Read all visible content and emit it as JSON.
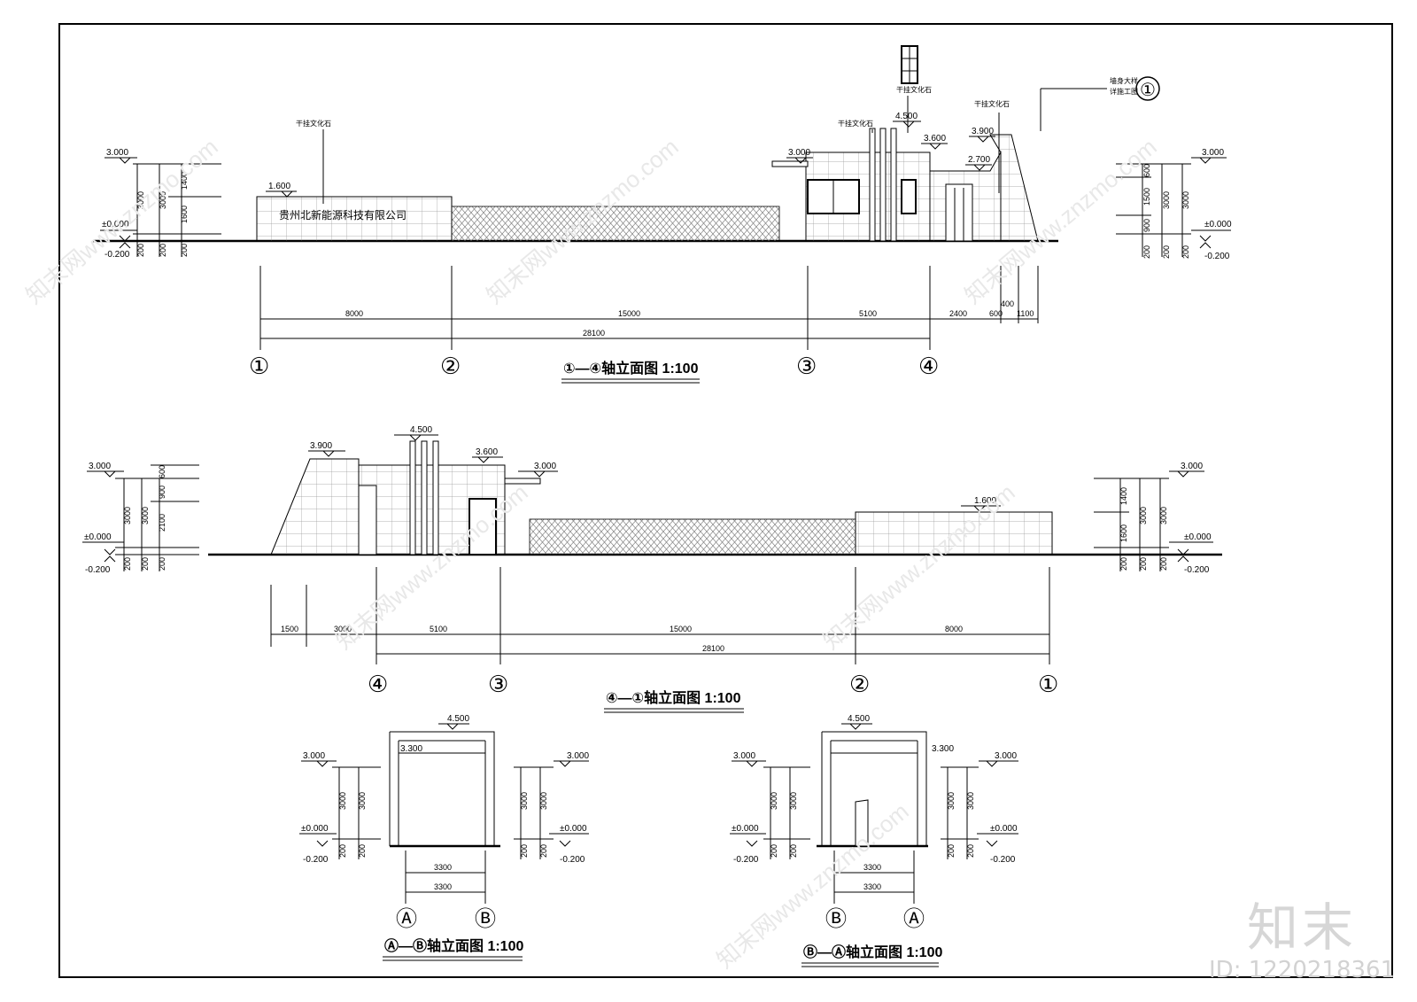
{
  "company_sign": "贵州北新能源科技有限公司",
  "note_stone": "干挂文化石",
  "note_detail": [
    "墙身大样",
    "详施工图"
  ],
  "detail_circle": "①",
  "views": {
    "v1": {
      "title": "①—④轴立面图 1:100",
      "levels": [
        "3.000",
        "±0.000",
        "-0.200",
        "1.600",
        "4.500",
        "3.600",
        "3.900",
        "2.700"
      ],
      "left_dims": [
        "3000",
        "3000",
        "1400",
        "1600",
        "200",
        "200",
        "200"
      ],
      "right_dims": [
        "600",
        "1500",
        "900",
        "3000",
        "3000",
        "200",
        "200",
        "200"
      ],
      "dims": [
        "8000",
        "15000",
        "5100",
        "2400",
        "600",
        "1100",
        "400"
      ],
      "total": "28100",
      "axes": [
        "①",
        "②",
        "③",
        "④"
      ]
    },
    "v2": {
      "title": "④—①轴立面图 1:100",
      "levels": [
        "3.000",
        "±0.000",
        "-0.200",
        "3.900",
        "4.500",
        "3.600",
        "1.600"
      ],
      "left_dims": [
        "3000",
        "3000",
        "600",
        "900",
        "2100",
        "200",
        "200",
        "200"
      ],
      "right_dims": [
        "1400",
        "1600",
        "3000",
        "3000",
        "200",
        "200",
        "200"
      ],
      "dims": [
        "1500",
        "3000",
        "5100",
        "15000",
        "8000"
      ],
      "total": "28100",
      "axes": [
        "④",
        "③",
        "②",
        "①"
      ]
    },
    "v3": {
      "title": "Ⓐ—Ⓑ轴立面图 1:100",
      "levels": [
        "4.500",
        "3.300",
        "3.000",
        "±0.000",
        "-0.200"
      ],
      "dims": [
        "3000",
        "3000",
        "200",
        "200"
      ],
      "width": "3300",
      "axes": [
        "Ⓐ",
        "Ⓑ"
      ]
    },
    "v4": {
      "title": "Ⓑ—Ⓐ轴立面图 1:100",
      "levels": [
        "4.500",
        "3.300",
        "3.000",
        "±0.000",
        "-0.200"
      ],
      "dims": [
        "3000",
        "3000",
        "200",
        "200"
      ],
      "width": "3300",
      "axes": [
        "Ⓑ",
        "Ⓐ"
      ]
    }
  },
  "watermark": "知末网www.znzmo.com",
  "logo": "知末",
  "image_id": "ID: 1220218361"
}
